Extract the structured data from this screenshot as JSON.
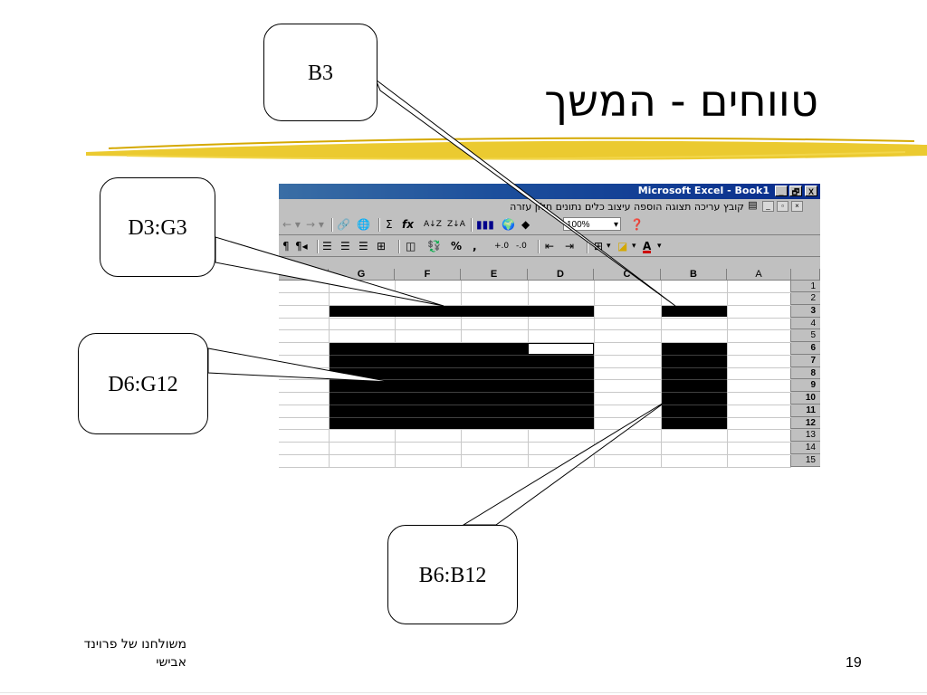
{
  "slide": {
    "title": "טווחים - המשך",
    "page_number": "19",
    "footer": [
      "משולחנו של פרוינד",
      "אבישי"
    ],
    "stroke_color": "#e6c200"
  },
  "excel": {
    "window_title": "Microsoft Excel - Book1",
    "window_buttons": [
      "_",
      "🗗",
      "X"
    ],
    "menu": "קובץ  עריכה  תצוגה  הוספה  עיצוב  כלים  נתונים  חלון  עזרה",
    "toolbar1": {
      "undo": "← ▾",
      "redo": "→ ▾",
      "autosum": "Σ",
      "function": "fx",
      "sort_asc": "A↓Z",
      "sort_desc": "Z↓A",
      "zoom": "100%",
      "zoom_arrow": "▾"
    },
    "toolbar2": {
      "para1": "¶",
      "para2": "¶◂",
      "percent": "%",
      "comma": ",",
      "dec_inc": "+.0",
      "dec_dec": "-.0",
      "font_color_label": "A",
      "dropdown": "▾"
    },
    "columns": [
      "G",
      "F",
      "E",
      "D",
      "C",
      "B",
      "A"
    ],
    "rows": [
      "1",
      "2",
      "3",
      "4",
      "5",
      "6",
      "7",
      "8",
      "9",
      "10",
      "11",
      "12",
      "13",
      "14",
      "15"
    ],
    "selection_color": "#000000"
  },
  "callouts": {
    "b3": "B3",
    "d3g3": "D3:G3",
    "d6g12": "D6:G12",
    "b6b12": "B6:B12"
  }
}
